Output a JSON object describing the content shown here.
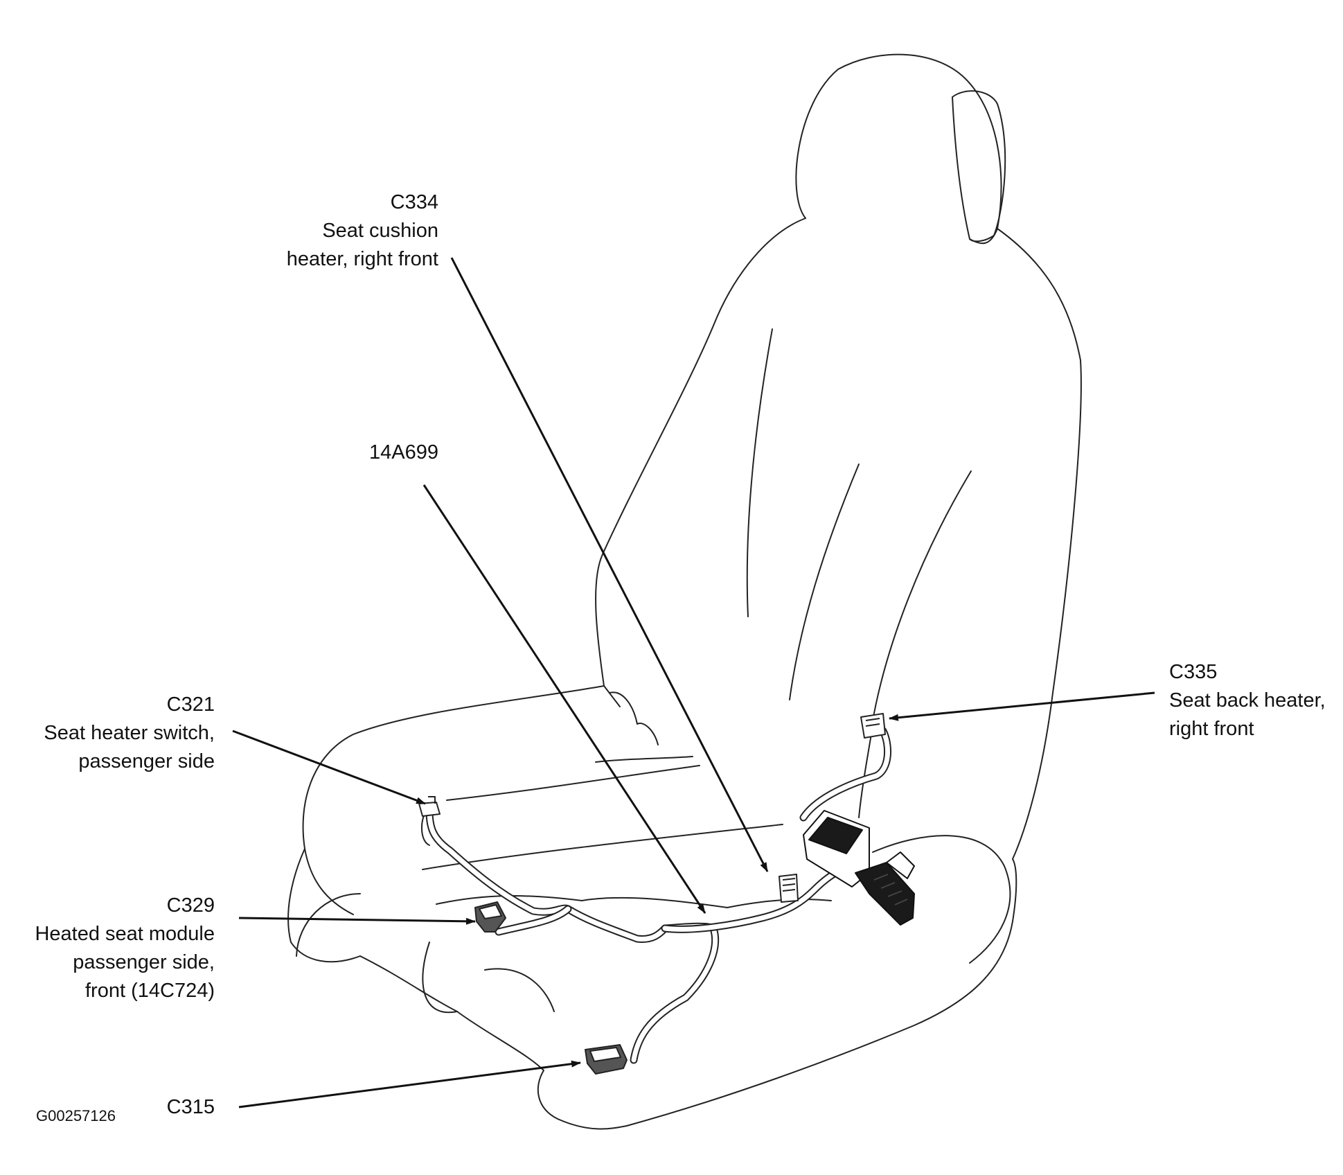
{
  "figure_id": "G00257126",
  "callouts": {
    "c334": {
      "id": "C334",
      "lines": [
        "Seat cushion",
        "heater, right front"
      ]
    },
    "harness": {
      "id": "14A699"
    },
    "c321": {
      "id": "C321",
      "lines": [
        "Seat heater switch,",
        "passenger side"
      ]
    },
    "c329": {
      "id": "C329",
      "lines": [
        "Heated seat module",
        "passenger side,",
        "front (14C724)"
      ]
    },
    "c315": {
      "id": "C315"
    },
    "c335": {
      "id": "C335",
      "lines": [
        "Seat back heater,",
        "right front"
      ]
    }
  },
  "colors": {
    "ink": "#111111",
    "buckle": "#1a1a1a",
    "background": "#ffffff"
  }
}
